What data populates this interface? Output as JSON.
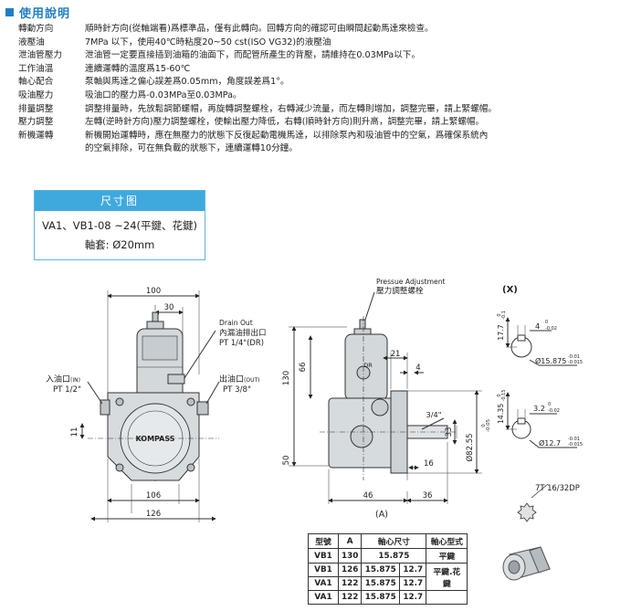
{
  "section_title": "使用說明",
  "usage": [
    {
      "label": "轉動方向",
      "text": "順時針方向(從軸端看)爲標準品，僅有此轉向。回轉方向的確認可由瞬間起動馬達來檢查。"
    },
    {
      "label": "液壓油",
      "text": "7MPa 以下，使用40℃時粘度20~50 cst(ISO VG32)的液壓油"
    },
    {
      "label": "泄油管壓力",
      "text": "泄油管一定要直接插到油箱的油面下，而配管所產生的背壓，請維持在0.03MPa以下。"
    },
    {
      "label": "工作油溫",
      "text": "連續運轉的溫度爲15-60℃"
    },
    {
      "label": "軸心配合",
      "text": "泵軸與馬達之偏心誤差爲0.05mm，角度誤差爲1°。"
    },
    {
      "label": "吸油壓力",
      "text": "吸油口的壓力爲-0.03MPa至0.03MPa。"
    },
    {
      "label": "排量調整",
      "text": "調整排量時，先放鬆調節螺帽，再旋轉調整螺栓，右轉減少流量，而左轉則增加，調整完畢，請上緊螺帽。"
    },
    {
      "label": "壓力調整",
      "text": "左轉(逆時針方向)壓力調整螺栓，使輸出壓力降低，右轉(順時針方向)則升高，調整完畢，請上緊螺帽。"
    },
    {
      "label": "新機運轉",
      "text": "新機開始運轉時，應在無壓力的狀態下反復起動電機馬達，以排除泵內和吸油管中的空氣，爲確保系統內\n的空氣排除，可在無負載的狀態下，連續運轉10分鐘。"
    }
  ],
  "size_box": {
    "title": "尺寸图",
    "model": "VA1、VB1-08 ~24(平鍵、花鍵)",
    "shaft": "軸套:  Ø20mm"
  },
  "drawing": {
    "dim_100": "100",
    "dim_30": "30",
    "drain_out_en": "Drain Out",
    "drain_out_cn": "內漏油排出口",
    "drain_pt": "PT 1/4\"(DR)",
    "inlet_label": "入油口",
    "inlet_tag": "(IN)",
    "inlet_pt": "PT 1/2\"",
    "outlet_label": "出油口",
    "outlet_tag": "(OUT)",
    "outlet_pt": "PT 3/8\"",
    "dim_11": "11",
    "dim_106": "106",
    "dim_126": "126",
    "brand": "KOMPASS",
    "pressure_adj_en": "Pressue Adjustment",
    "pressure_adj_cn": "壓力調整螺栓",
    "dim_130": "130",
    "dim_66": "66",
    "dim_50": "50",
    "dim_21": "21",
    "dim_4": "4",
    "dim_3_4": "3/4\"",
    "dim_33": "33",
    "dim_16": "16",
    "dim_d82": "Ø82.55",
    "dim_d82_tol": "-0.05",
    "dim_d82_tol0": "0",
    "dim_46": "46",
    "dim_36": "36",
    "dr_label": "DR",
    "view_a": "(A)",
    "view_x": "(X)",
    "x_177": "17.7",
    "x_177_tol": "0",
    "x_177_tol2": "-0.1",
    "x_4": "4",
    "x_4_tol": "0",
    "x_4_tol2": "-0.02",
    "x_d15": "Ø15.875",
    "x_d15_tol": "-0.01",
    "x_d15_tol2": "-0.015",
    "x_1435": "14.35",
    "x_1435_tol": "0",
    "x_1435_tol2": "-0.15",
    "x_32": "3.2",
    "x_32_tol": "0",
    "x_32_tol2": "-0.02",
    "x_d127": "Ø12.7",
    "x_d127_tol": "-0.01",
    "x_d127_tol2": "-0.015",
    "spline": "7T 16/32DP"
  },
  "spec_table": {
    "headers": [
      "型號",
      "A",
      "軸心尺寸",
      "軸心型式"
    ],
    "rows": [
      [
        "VB1",
        "130",
        "15.875",
        "",
        "平鍵"
      ],
      [
        "VB1",
        "126",
        "15.875",
        "12.7",
        ""
      ],
      [
        "VA1",
        "122",
        "15.875",
        "12.7",
        "平鍵.花鍵"
      ],
      [
        "VA1",
        "122",
        "15.875",
        "12.7",
        ""
      ]
    ]
  }
}
